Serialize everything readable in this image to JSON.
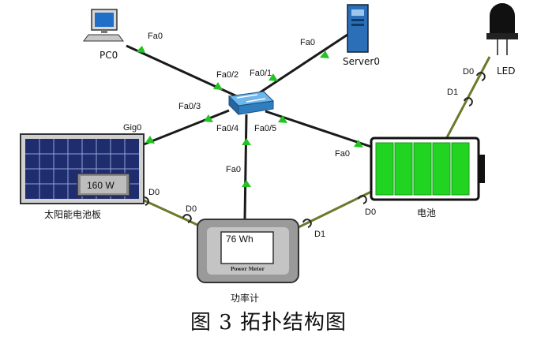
{
  "devices": {
    "pc": "PC0",
    "server": "Server0",
    "led": "LED",
    "solar": "太阳能电池板",
    "battery": "电池",
    "meter": "功率计"
  },
  "displays": {
    "solar_reading": "160 W",
    "meter_reading": "76 Wh",
    "meter_brand": "Power Meter"
  },
  "ports": {
    "pc_fa0": "Fa0",
    "switch_fa02": "Fa0/2",
    "server_fa0": "Fa0",
    "switch_fa01": "Fa0/1",
    "switch_fa03": "Fa0/3",
    "solar_gig0": "Gig0",
    "switch_fa04": "Fa0/4",
    "meter_fa0": "Fa0",
    "switch_fa05": "Fa0/5",
    "battery_fa0": "Fa0",
    "led_d0": "D0",
    "battery_d1": "D1",
    "solar_d0": "D0",
    "meter_d0": "D0",
    "meter_d1": "D1",
    "battery_d0": "D0"
  },
  "caption": "图 3 拓扑结构图",
  "colors": {
    "ethernet_link": "#1a1a1a",
    "iot_link": "#6b7a2a",
    "link_marker": "#22c322",
    "switch_body": "#3d95d4",
    "battery_cell": "#22d422",
    "solar_cell": "#1f2c6e",
    "meter_body": "#9a9a9a"
  }
}
